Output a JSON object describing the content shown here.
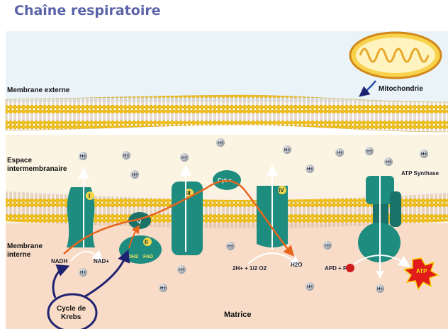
{
  "title": "Chaîne respiratoire",
  "regions": {
    "outer_membrane": "Membrane externe",
    "intermembrane_space": "Espace\nintermembranaire",
    "inner_membrane": "Membrane\ninterne",
    "matrix": "Matrice"
  },
  "mitochondrion_label": "Mitochondrie",
  "complexes": {
    "I": "I",
    "II": "II",
    "III": "III",
    "IV": "IV",
    "Q": "Q",
    "cytc": "Cyt c",
    "atp_synthase": "ATP Synthase"
  },
  "molecules": {
    "nadh": "NADH",
    "nad": "NAD+",
    "fadh2": "FADH2",
    "fad": "FAD",
    "oxygen_reaction": "2H+ + 1/2 O2",
    "water": "H2O",
    "apd_pi": "APD + Pi",
    "atp": "ATP",
    "krebs": "Cycle de\nKrebs"
  },
  "proton": "H+",
  "colors": {
    "title": "#5a63a8",
    "complex": "#1f8c80",
    "lipid_head": "#f3c21a",
    "electron_path": "#e8651c",
    "krebs_arrow": "#1f2270",
    "atp_burst": "#e21b1b"
  }
}
